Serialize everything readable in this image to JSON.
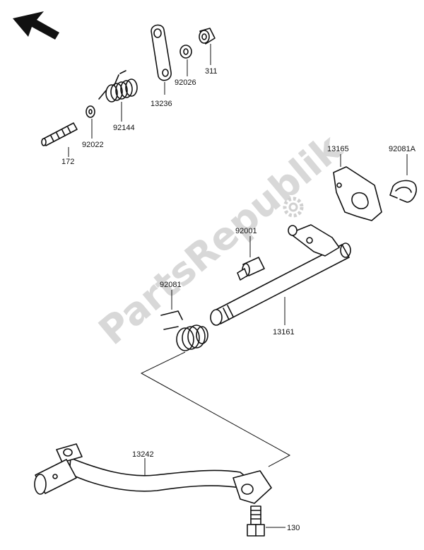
{
  "watermark": "PartsRepublik",
  "labels": {
    "p311": "311",
    "p92026": "92026",
    "p13236": "13236",
    "p92144": "92144",
    "p92022": "92022",
    "p172": "172",
    "p13165": "13165",
    "p92081A": "92081A",
    "p92001": "92001",
    "p92081": "92081",
    "p13161": "13161",
    "p13242": "13242",
    "p130": "130"
  }
}
